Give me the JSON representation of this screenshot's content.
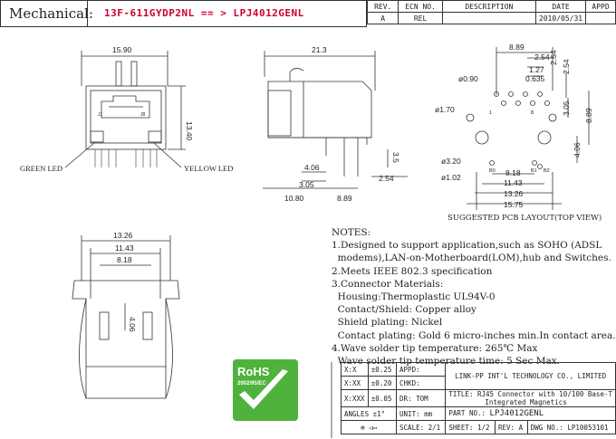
{
  "header": {
    "title": "Mechanical:",
    "part_mapping": "13F-611GYDP2NL == > LPJ4012GENL"
  },
  "revision": {
    "headers": [
      "REV.",
      "ECN NO.",
      "DESCRIPTION",
      "DATE",
      "APPD"
    ],
    "row": [
      "A",
      "REL",
      "",
      "2010/05/31",
      ""
    ]
  },
  "front_view": {
    "width": "15.90",
    "height": "13.40",
    "green_led": "GREEN LED",
    "yellow_led": "YELLOW LED",
    "pin1": "J1",
    "pin8": "J8"
  },
  "side_view": {
    "length": "21.3",
    "d1": "4.06",
    "d2": "3.05",
    "d3": "10.80",
    "d4": "8.89",
    "d5": "2.54",
    "d6": "3.5"
  },
  "pcb": {
    "top1": "8.89",
    "top2": "2.54",
    "top3": "1.27",
    "top4": "0.635",
    "right1": "2.54",
    "hole1": "ø0.90",
    "hole2": "ø1.70",
    "hole3": "ø3.20",
    "hole4": "ø1.02",
    "r2": "3.05",
    "r3": "8.89",
    "r4": "4.06",
    "b1": "8.18",
    "b2": "11.43",
    "b3": "13.26",
    "b4": "15.75",
    "pins": [
      "1",
      "8",
      "B0",
      "B1",
      "B2"
    ],
    "caption": "SUGGESTED PCB LAYOUT(TOP VIEW)"
  },
  "bottom_view": {
    "w1": "13.26",
    "w2": "11.43",
    "w3": "8.18",
    "h1": "4.06"
  },
  "notes": {
    "heading": "NOTES:",
    "lines": [
      "1.Designed to support application,such as SOHO (ADSL",
      "  modems),LAN-on-Motherboard(LOM),hub and Switches.",
      "2.Meets IEEE 802.3 specification",
      "3.Connector Materials:",
      "  Housing:Thermoplastic UL94V-0",
      "  Contact/Shield: Copper alloy",
      "  Shield plating: Nickel",
      "  Contact plating: Gold 6 micro-inches min.In contact area.",
      "4.Wave solder tip temperature: 265℃ Max",
      "  Wave solder tip temperature time: 5 Sec Max."
    ]
  },
  "rohs": {
    "text": "RoHS",
    "sub": "2002/95/EC"
  },
  "title_block": {
    "tol1": "X:X",
    "tol1v": "±0.25",
    "tol2": "X:XX",
    "tol2v": "±0.20",
    "tol3": "X:XXX",
    "tol3v": "±0.05",
    "angles": "ANGLES ±1°",
    "appd": "APPD:",
    "chkd": "CHKD:",
    "dr": "DR:",
    "dr_v": "TOM",
    "unit": "UNIT:",
    "unit_v": "mm",
    "company": "LINK-PP INT'L TECHNOLOGY CO., LIMITED",
    "title_label": "TITLE:",
    "title_v1": "RJ45 Connector with 10/100 Base-T",
    "title_v2": "Integrated Magnetics",
    "part_label": "PART NO.:",
    "part_v": "LPJ4012GENL",
    "scale": "SCALE:",
    "scale_v": "2/1",
    "sheet": "SHEET:",
    "sheet_v": "1/2",
    "rev": "REV:",
    "rev_v": "A",
    "dwg": "DWG NO.:",
    "dwg_v": "LP10053101"
  }
}
